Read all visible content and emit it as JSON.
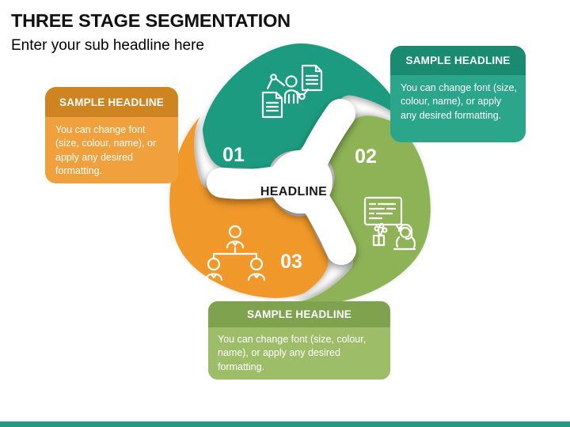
{
  "slide": {
    "title": "THREE STAGE SEGMENTATION",
    "subtitle": "Enter your sub headline here",
    "diagram": {
      "center_label": "HEADLINE",
      "stages": [
        {
          "number": "01",
          "color": "#1E9B80",
          "icon": "documents-exchange-icon"
        },
        {
          "number": "02",
          "color": "#8DB356",
          "icon": "customer-survey-icon"
        },
        {
          "number": "03",
          "color": "#F0982B",
          "icon": "org-chart-icon"
        }
      ]
    },
    "callouts": {
      "left": {
        "header": "SAMPLE HEADLINE",
        "body": "You can change font (size, colour, name), or apply any desired formatting.",
        "header_color": "#CE8420",
        "body_color": "#F0A03C"
      },
      "right": {
        "header": "SAMPLE HEADLINE",
        "body": "You can change font (size, colour, name), or apply any desired formatting.",
        "header_color": "#1A8A70",
        "body_color": "#2BA68A"
      },
      "bottom": {
        "header": "SAMPLE HEADLINE",
        "body": "You can change font (size, colour, name), or apply any desired formatting.",
        "header_color": "#7FA24E",
        "body_color": "#9EBD69"
      }
    },
    "footer_bar_color": "#259981"
  }
}
